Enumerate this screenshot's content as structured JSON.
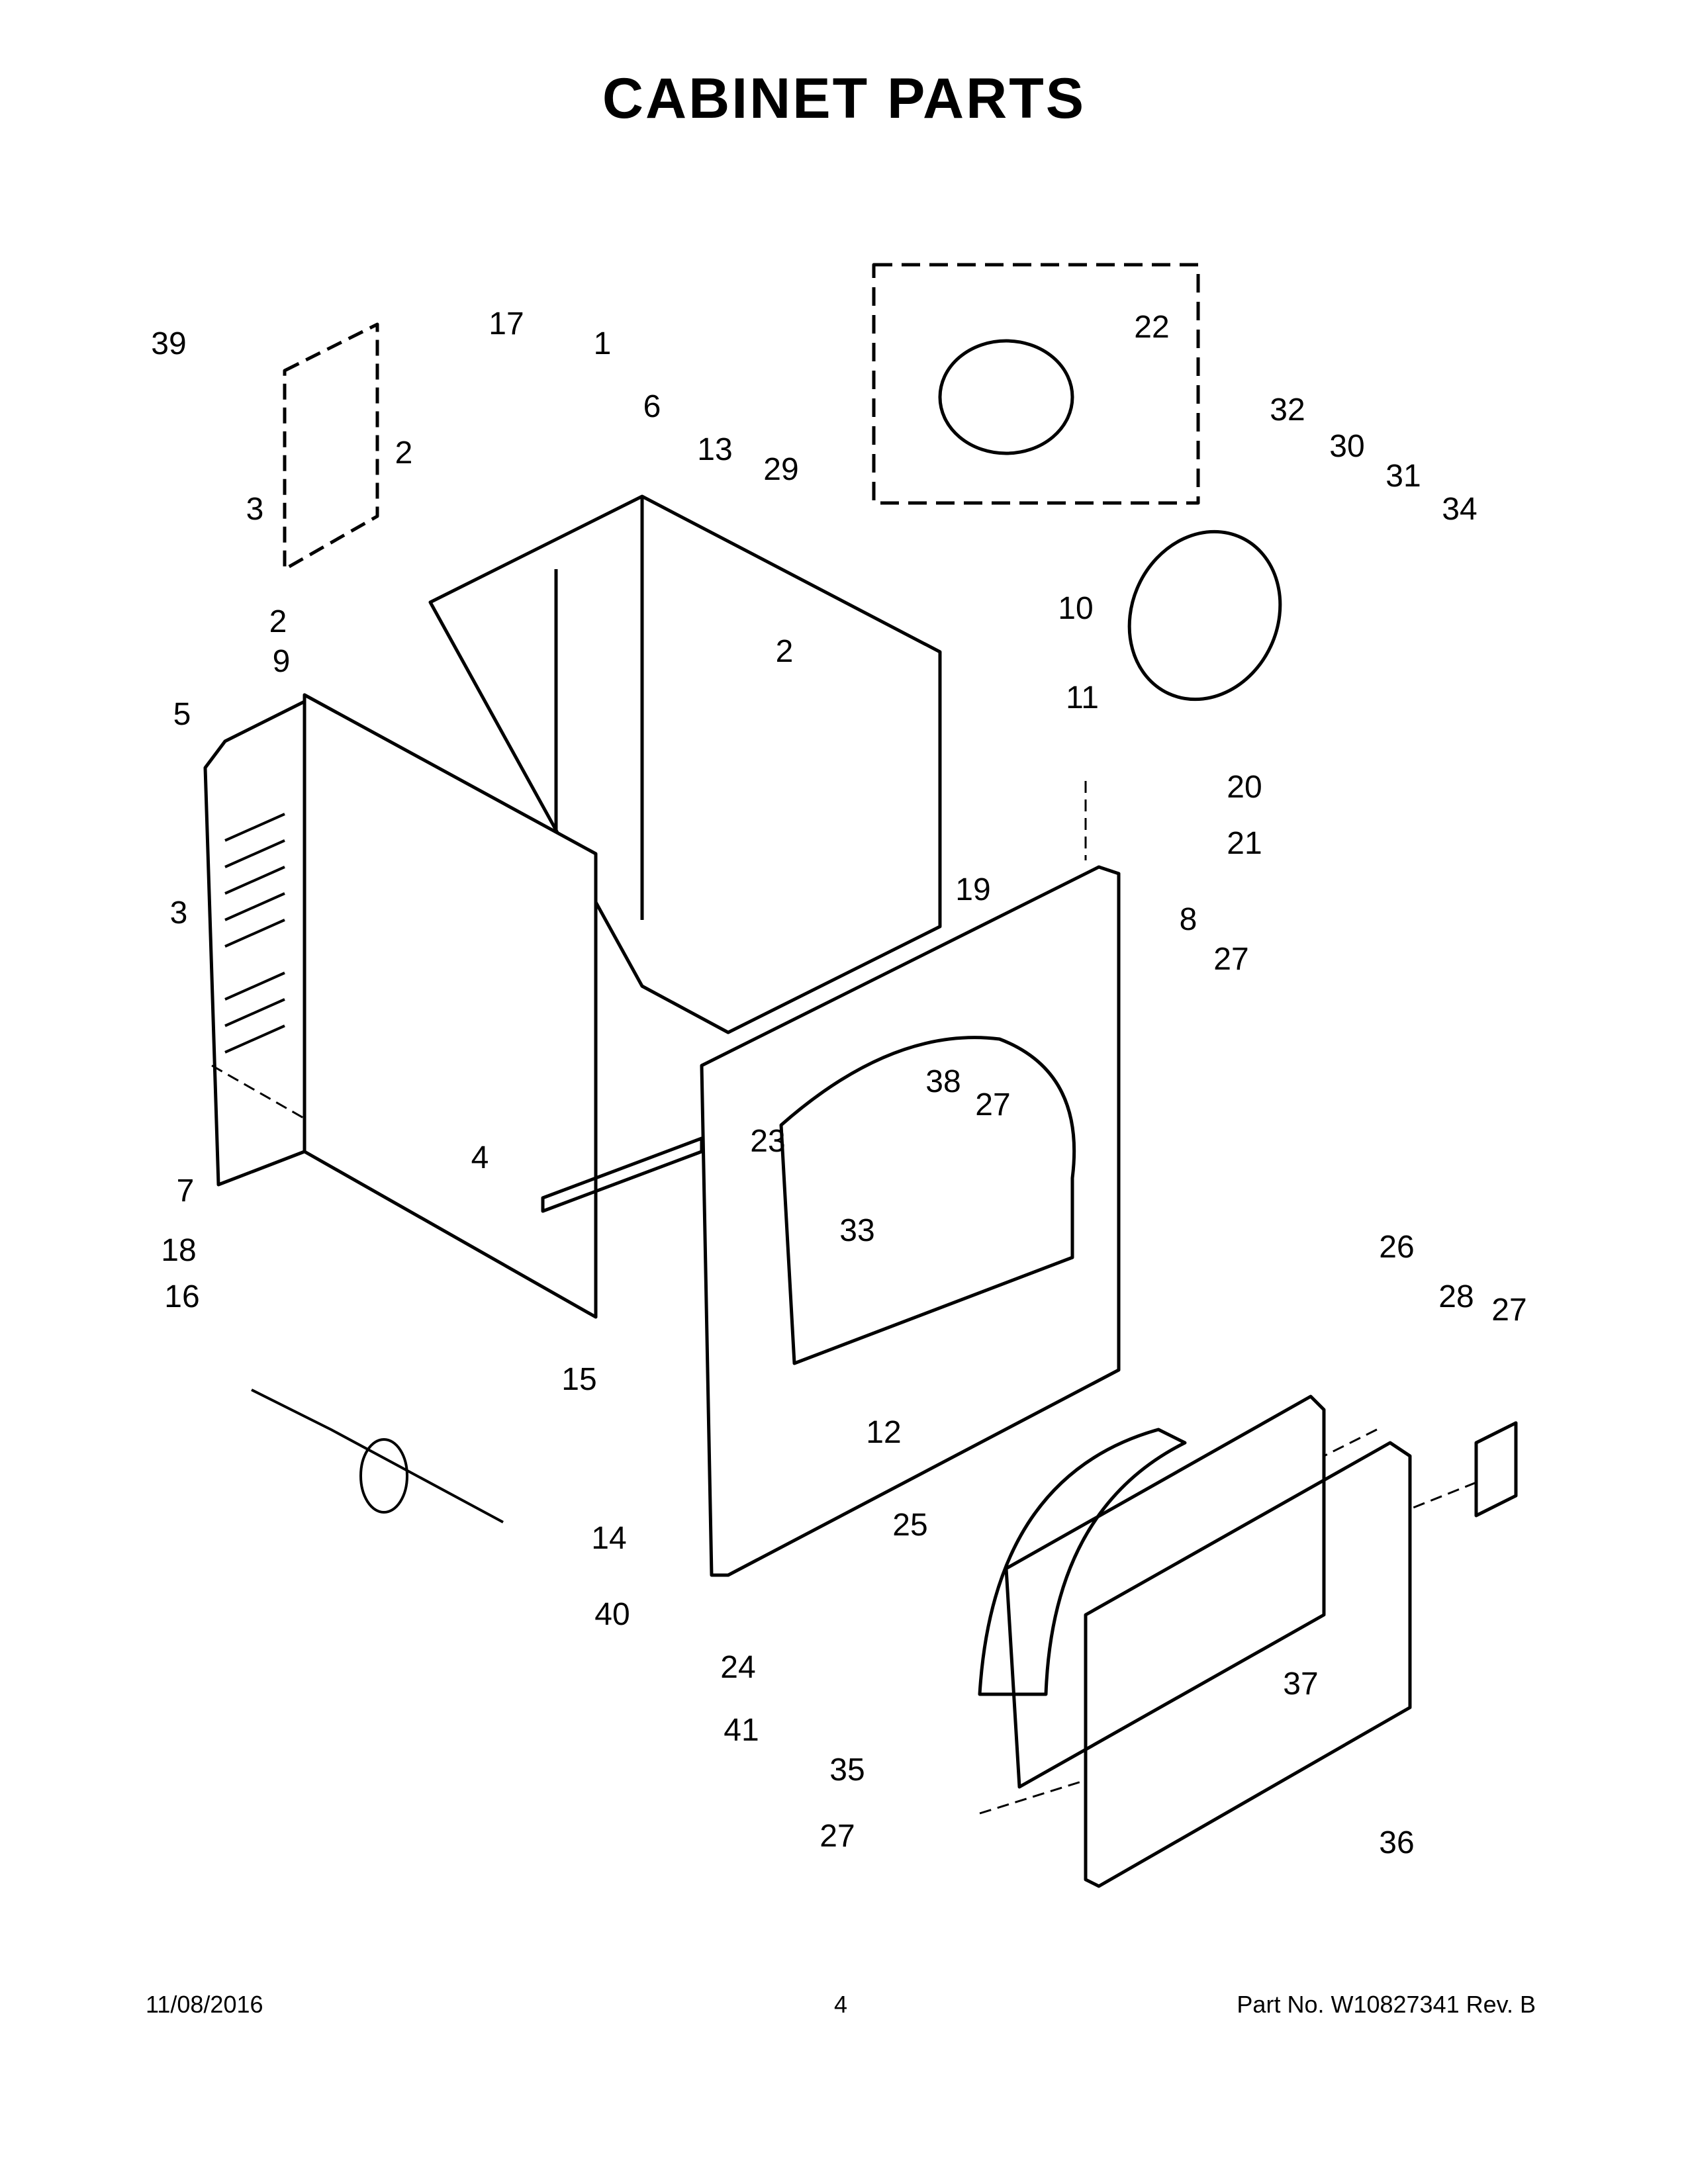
{
  "title": "CABINET PARTS",
  "callouts": [
    "1",
    "2",
    "2",
    "2",
    "3",
    "3",
    "4",
    "5",
    "6",
    "7",
    "8",
    "9",
    "10",
    "11",
    "12",
    "13",
    "14",
    "15",
    "16",
    "17",
    "18",
    "19",
    "20",
    "21",
    "22",
    "23",
    "24",
    "25",
    "26",
    "27",
    "27",
    "27",
    "27",
    "28",
    "29",
    "30",
    "31",
    "32",
    "33",
    "34",
    "35",
    "36",
    "37",
    "38",
    "39",
    "40",
    "41"
  ],
  "footer": {
    "date": "11/08/2016",
    "page": "4",
    "part_no": "Part No.  W10827341   Rev.  B"
  }
}
